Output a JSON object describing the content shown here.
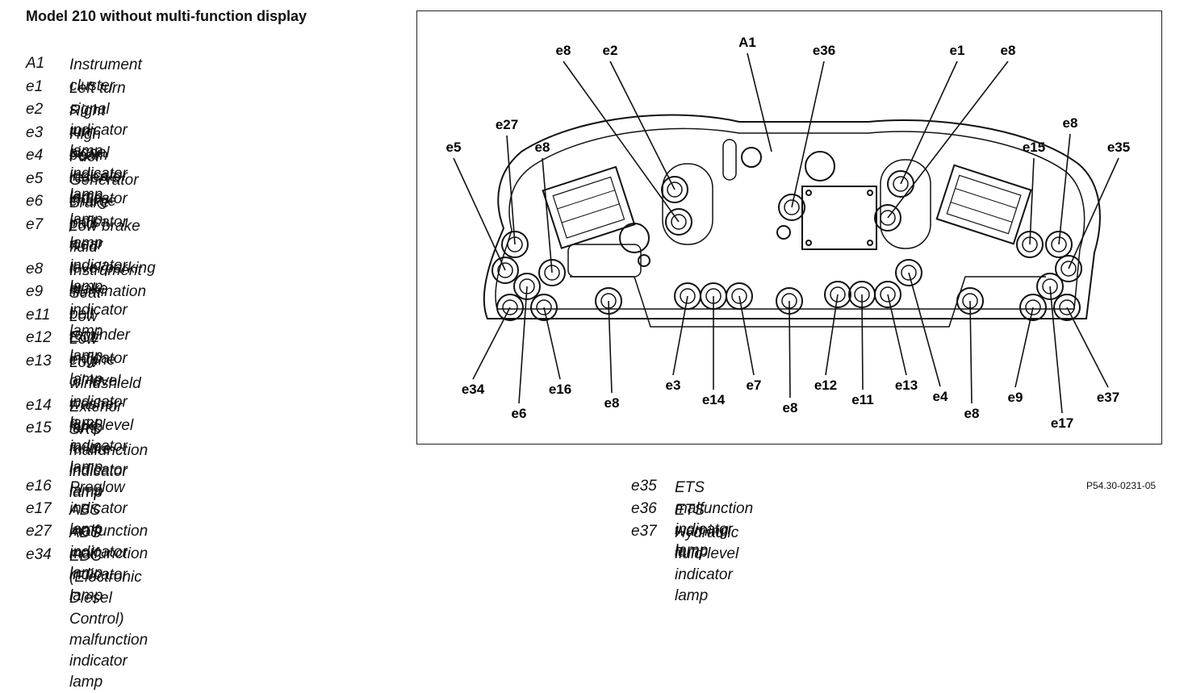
{
  "title": "Model 210 without multi-function display",
  "legend_left": [
    {
      "code": "A1",
      "desc": "Instrument cluster"
    },
    {
      "code": "e1",
      "desc": "Left turn signal indicator lamp"
    },
    {
      "code": "e2",
      "desc": "Right turn signal indicator lamp"
    },
    {
      "code": "e3",
      "desc": "High beam indicator lamp"
    },
    {
      "code": "e4",
      "desc": "Fuel reserve indicator lamp"
    },
    {
      "code": "e5",
      "desc": "Generator charge indicator lamp"
    },
    {
      "code": "e6",
      "desc": "Brake pad wear indicator lamp"
    },
    {
      "code": "e7",
      "desc": "Low brake fluid level/parking brake\nindicator lamp"
    },
    {
      "code": "e8",
      "desc": "Instrument illumination"
    },
    {
      "code": "e9",
      "desc": "Seat belt reminder lamp"
    },
    {
      "code": "e11",
      "desc": "Low ECL indicator lamp"
    },
    {
      "code": "e12",
      "desc": "Low engine oil level indicator lamp"
    },
    {
      "code": "e13",
      "desc": "Low windshield washer fluid level\nindicator lamp"
    },
    {
      "code": "e14",
      "desc": "Exterior lamp failure indicator lamp"
    },
    {
      "code": "e15",
      "desc": "SRS malfunction indicator lamp"
    }
  ],
  "legend_bottom_left": [
    {
      "code": "e16",
      "desc": "Preglow indicator lamp"
    },
    {
      "code": "e17",
      "desc": "ABS malfunction indicator lamp"
    },
    {
      "code": "e27",
      "desc": "ADS malfunction indicator lamp"
    },
    {
      "code": "e34",
      "desc": "EDC (Electronic Diesel Control) malfunction indicator lamp"
    }
  ],
  "legend_bottom_right": [
    {
      "code": "e35",
      "desc": "ETS malfunction indicator lamp"
    },
    {
      "code": "e36",
      "desc": "ETS warning lamp"
    },
    {
      "code": "e37",
      "desc": "Hydraulic fluid level indicator lamp"
    }
  ],
  "figure_ref": "P54.30-0231-05",
  "callouts": [
    "e8",
    "e2",
    "A1",
    "e36",
    "e1",
    "e8",
    "e27",
    "e5",
    "e8",
    "e15",
    "e8",
    "e35",
    "e34",
    "e16",
    "e6",
    "e8",
    "e3",
    "e14",
    "e7",
    "e8",
    "e12",
    "e11",
    "e13",
    "e4",
    "e8",
    "e9",
    "e17",
    "e37"
  ]
}
